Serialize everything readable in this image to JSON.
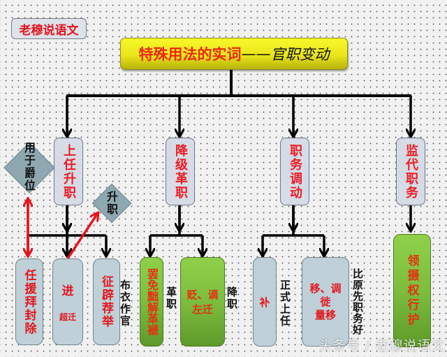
{
  "brand": "老穆说语文",
  "title": {
    "main": "特殊用法的实词",
    "dash": "——",
    "sub": "官职变动"
  },
  "categories": [
    {
      "label": "上任升职"
    },
    {
      "label": "降级革职"
    },
    {
      "label": "职务调动"
    },
    {
      "label": "监代职务"
    }
  ],
  "diamonds": [
    {
      "label": "用于爵位"
    },
    {
      "label": "升职"
    }
  ],
  "leaves": {
    "ren": "任援拜封除",
    "jin_main": "进",
    "jin_sub": "超迁",
    "zheng": "征辟荐举",
    "ba": "罢免黜解革褫",
    "bian_line1": "贬、谪",
    "bian_line2": "左迁",
    "bu": "补",
    "yi_line1": "移、调",
    "yi_line2": "徙",
    "yi_line3": "量移",
    "ling": "领摄权行护"
  },
  "side_notes": {
    "buyi": "布衣作官",
    "geshi": "革职",
    "jiangzhi": "降职",
    "zhengshi": "正式上任",
    "bihao": "比原先职务好"
  },
  "watermark": "头条号 / 老穆说语文",
  "colors": {
    "title_fill": "#f0ec20",
    "title_text": "#ea2a12",
    "leaf_fill": "#bfd0d8",
    "green_fill": "#7dbd3e",
    "arrow_black": "#000000",
    "arrow_red": "#e8141c",
    "diamond_fill": "#8fa8b0"
  }
}
